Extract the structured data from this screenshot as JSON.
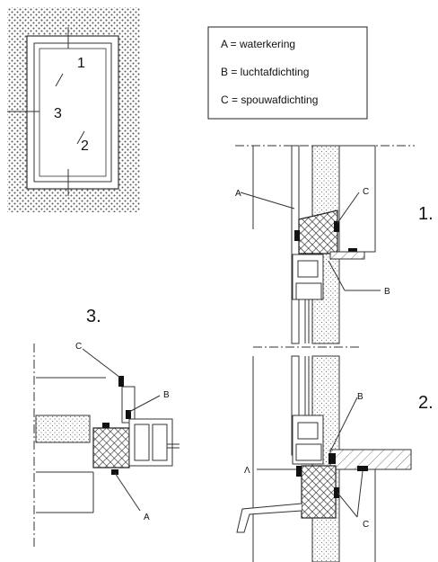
{
  "legend": {
    "items": [
      {
        "text": "A = waterkering"
      },
      {
        "text": "B = luchtafdichting"
      },
      {
        "text": "C = spouwafdichting"
      }
    ]
  },
  "thumbnail": {
    "labels": [
      "1",
      "3",
      "2"
    ]
  },
  "details": {
    "section_1": "1.",
    "section_2": "2.",
    "section_3": "3."
  },
  "callouts": {
    "A": "A",
    "B": "B",
    "C": "C",
    "A_alt": "Λ"
  }
}
